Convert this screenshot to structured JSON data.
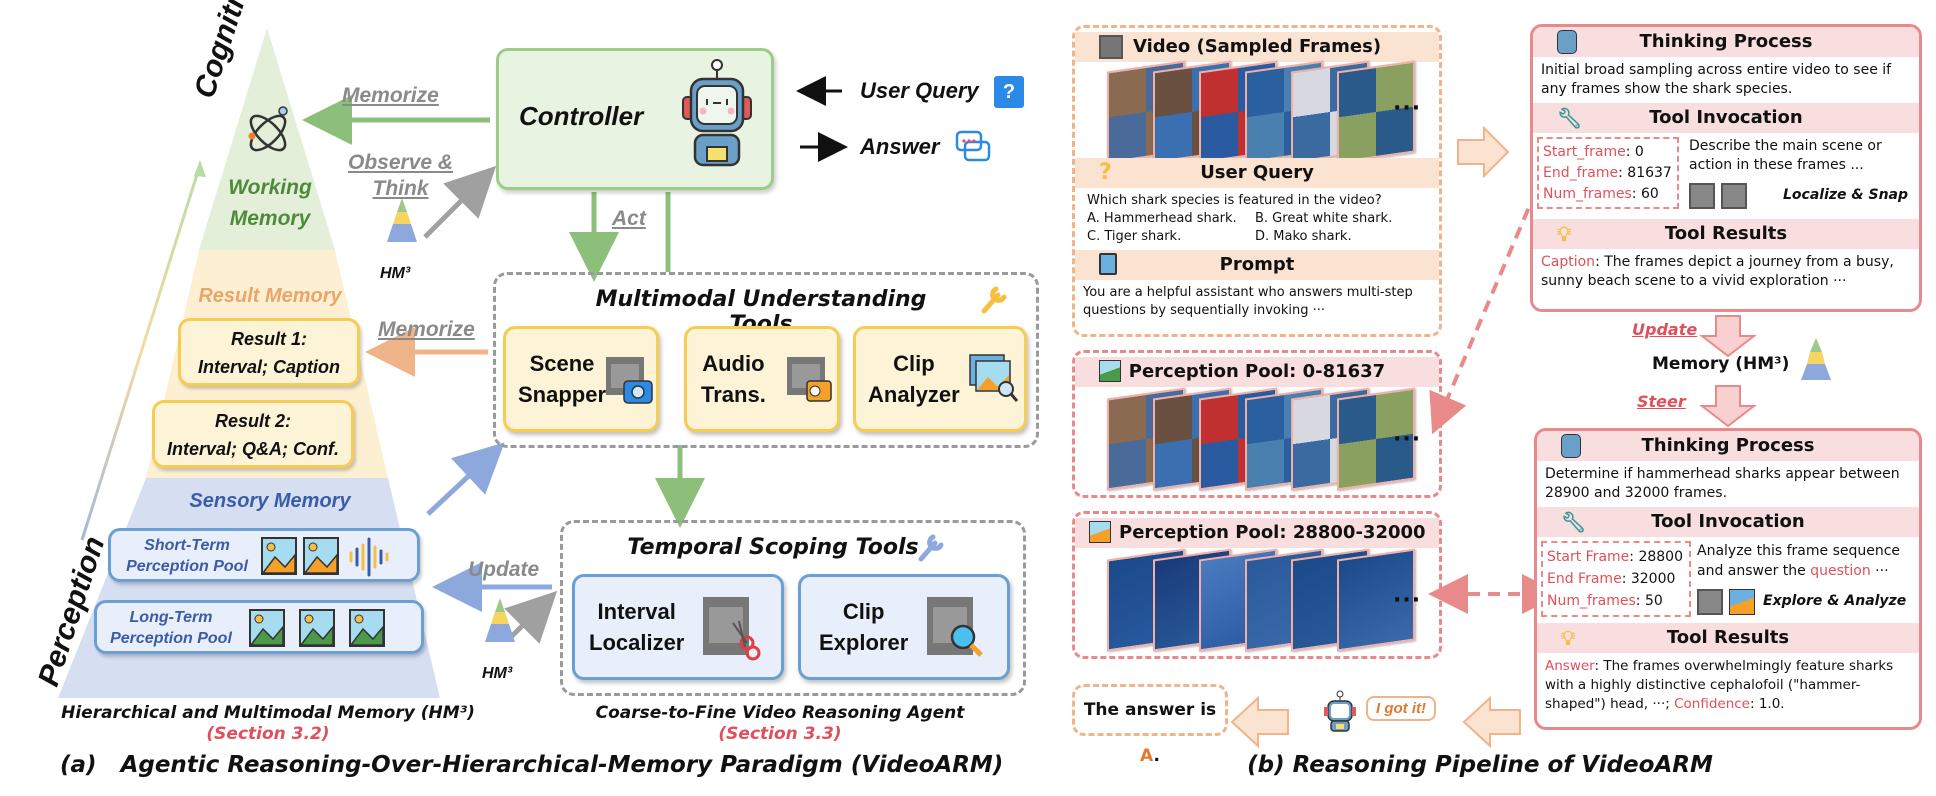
{
  "panel_a": {
    "caption": "(a)   Agentic Reasoning-Over-Hierarchical-Memory Paradigm (VideoARM)",
    "pyramid": {
      "axis_top": "Cognition",
      "axis_bottom": "Perception",
      "working_memory": "Working\nMemory",
      "working_line1": "Working",
      "working_line2": "Memory",
      "result_memory": "Result Memory",
      "result1_line1": "Result 1:",
      "result1_line2": "Interval;  Caption",
      "result2_line1": "Result 2:",
      "result2_line2": "Interval; Q&A; Conf.",
      "sensory_memory": "Sensory Memory",
      "short_term_line1": "Short-Term",
      "short_term_line2": "Perception Pool",
      "long_term_line1": "Long-Term",
      "long_term_line2": "Perception Pool",
      "title": "Hierarchical and Multimodal Memory (HM³)",
      "section": "(Section 3.2)"
    },
    "arrows": {
      "memorize_top": "Memorize",
      "observe_line1": "Observe &",
      "observe_line2": "Think",
      "memorize_mid": "Memorize",
      "update": "Update",
      "act": "Act",
      "hm3_label": "HM³"
    },
    "controller": {
      "label": "Controller",
      "user_query": "User Query",
      "answer": "Answer"
    },
    "multimodal_tools": {
      "title": "Multimodal Understanding Tools",
      "tools": [
        {
          "line1": "Scene",
          "line2": "Snapper",
          "icon": "film-camera-icon"
        },
        {
          "line1": "Audio",
          "line2": "Trans.",
          "icon": "film-radio-icon"
        },
        {
          "line1": "Clip",
          "line2": "Analyzer",
          "icon": "image-stack-search-icon"
        }
      ]
    },
    "temporal_tools": {
      "title": "Temporal Scoping Tools",
      "tools": [
        {
          "line1": "Interval",
          "line2": "Localizer",
          "icon": "film-scissors-icon"
        },
        {
          "line1": "Clip",
          "line2": "Explorer",
          "icon": "film-magnifier-icon"
        }
      ]
    },
    "agent_title": "Coarse-to-Fine Video Reasoning Agent",
    "agent_section": "(Section 3.3)"
  },
  "panel_b": {
    "caption": "(b) Reasoning Pipeline of VideoARM",
    "input": {
      "video_title": "Video (Sampled Frames)",
      "query_title": "User Query",
      "query_line1": "Which shark species is featured in the video?",
      "option_a": "A. Hammerhead shark.",
      "option_b": "B. Great white shark.",
      "option_c": "C. Tiger shark.",
      "option_d": "D. Mako shark.",
      "prompt_title": "Prompt",
      "prompt_text": "You are a helpful assistant who answers multi-step questions by sequentially invoking ···",
      "ellipsis": "···"
    },
    "pool1": {
      "title": "Perception Pool: 0-81637"
    },
    "pool2": {
      "title": "Perception Pool: 28800-32000"
    },
    "step1": {
      "thinking_title": "Thinking Process",
      "thinking_text": "Initial broad sampling across entire video to see if any frames show the shark species.",
      "invocation_title": "Tool Invocation",
      "start_key": "Start_frame",
      "start_val": ": 0",
      "end_key": "End_frame",
      "end_val": ":  81637",
      "num_key": "Num_frames",
      "num_val": ": 60",
      "instruction": "Describe the main scene or action in these frames  ...",
      "tools_label": "Localize & Snap",
      "results_title": "Tool Results",
      "result_key": "Caption",
      "result_text": ": The frames depict a journey from a busy, sunny beach scene to a vivid exploration ···"
    },
    "update_label": "Update",
    "memory_label": "Memory (HM³)",
    "steer_label": "Steer",
    "step2": {
      "thinking_title": "Thinking Process",
      "thinking_text": "Determine if hammerhead sharks appear between 28900 and 32000 frames.",
      "invocation_title": "Tool Invocation",
      "start_key": "Start Frame",
      "start_val": ": 28800",
      "end_key": "End Frame",
      "end_val": ":  32000",
      "num_key": "Num_frames",
      "num_val": ": 50",
      "instruction_pre": "Analyze this frame sequence and answer the ",
      "instruction_key": "question",
      "instruction_post": " ···",
      "tools_label": "Explore & Analyze",
      "results_title": "Tool Results",
      "result_key": "Answer",
      "result_text": ": The frames overwhelmingly feature sharks with a highly distinctive cephalofoil (\"hammer-shaped\") head, ···;  ",
      "conf_key": "Confidence",
      "conf_val": ": 1.0."
    },
    "final": {
      "answer_pre": "The answer is ",
      "answer_letter": "A",
      "answer_post": ".",
      "bubble": "I got it!"
    }
  },
  "colors": {
    "green": "#8cc07a",
    "working_bg": "#e3efd9",
    "result_bg": "#fdf0d2",
    "sensory_bg": "#d6dff2",
    "accent_red": "#e0505a",
    "orange_text": "#e8935a",
    "blue_text": "#3a5ca8"
  }
}
